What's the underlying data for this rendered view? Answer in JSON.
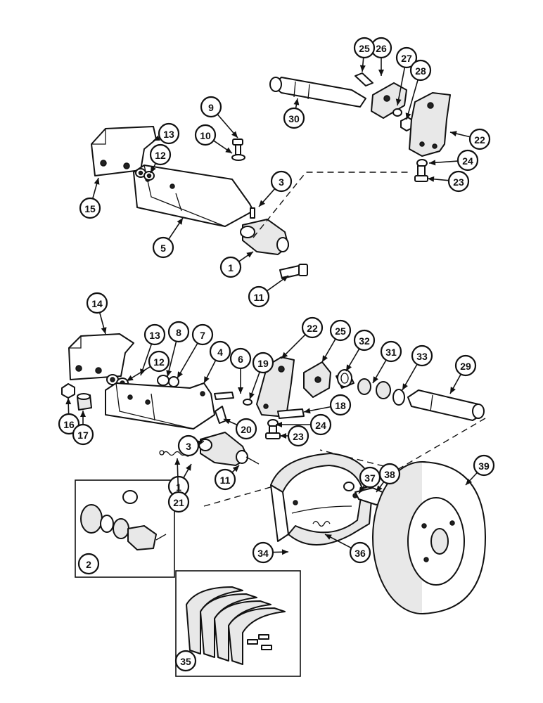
{
  "figure": {
    "callouts": [
      "1",
      "2",
      "3",
      "4",
      "5",
      "6",
      "7",
      "8",
      "9",
      "10",
      "11",
      "12",
      "13",
      "14",
      "15",
      "16",
      "17",
      "18",
      "19",
      "20",
      "21",
      "22",
      "23",
      "24",
      "25",
      "26",
      "27",
      "28",
      "29",
      "30",
      "31",
      "32",
      "33",
      "34",
      "35",
      "36",
      "37",
      "38",
      "39"
    ]
  },
  "colors": {
    "ink": "#111111",
    "paper": "#ffffff",
    "shade": "#e8e8e8"
  }
}
